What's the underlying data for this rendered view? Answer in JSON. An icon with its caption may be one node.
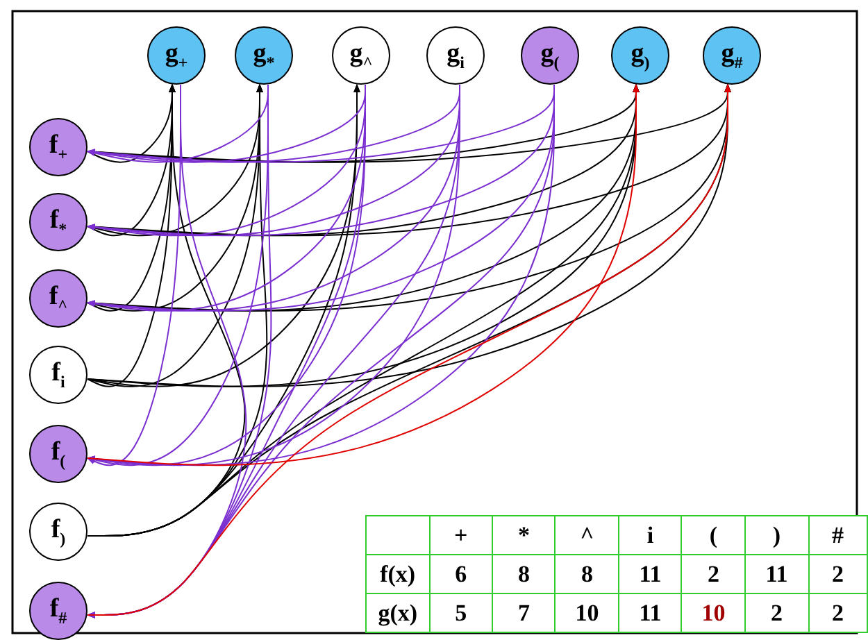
{
  "diagram": {
    "nodes": [
      {
        "text": [
          "g$_{+}$"
        ]
      },
      {
        "text": [
          "g$_{*}$"
        ]
      },
      {
        "text": [
          "g$_{^}$"
        ]
      },
      {
        "text": [
          "g$_{i}$"
        ]
      },
      {
        "text": [
          "g$_{(}$"
        ]
      },
      {
        "text": [
          "g$_{)}$"
        ]
      },
      {
        "text": [
          "g$_{#}$"
        ]
      },
      {
        "text": [
          "f$_{+}$"
        ]
      },
      {
        "text": [
          "f$_{*}$"
        ]
      },
      {
        "text": [
          "f$_{^}$"
        ]
      },
      {
        "text": [
          "f$_{i}$"
        ]
      },
      {
        "text": [
          "f$_{(}$"
        ]
      },
      {
        "text": [
          "f$_{)}$"
        ]
      },
      {
        "text": [
          "f$_{#}$"
        ]
      }
    ],
    "edges": [
      {
        "from": 7,
        "to": 0,
        "arrow": "to"
      },
      {
        "from": 7,
        "to": 5,
        "arrow": "to"
      },
      {
        "from": 7,
        "to": 6,
        "arrow": "to"
      },
      {
        "from": 8,
        "to": 0,
        "arrow": "to"
      },
      {
        "from": 8,
        "to": 1,
        "arrow": "to"
      },
      {
        "from": 8,
        "to": 5,
        "arrow": "to"
      },
      {
        "from": 8,
        "to": 6,
        "arrow": "to"
      },
      {
        "from": 9,
        "to": 0,
        "arrow": "to"
      },
      {
        "from": 9,
        "to": 1,
        "arrow": "to"
      },
      {
        "from": 9,
        "to": 5,
        "arrow": "to"
      },
      {
        "from": 9,
        "to": 6,
        "arrow": "to"
      },
      {
        "from": 10,
        "to": 0,
        "arrow": "to"
      },
      {
        "from": 10,
        "to": 1,
        "arrow": "to"
      },
      {
        "from": 10,
        "to": 2,
        "arrow": "to"
      },
      {
        "from": 10,
        "to": 5,
        "arrow": "to"
      },
      {
        "from": 10,
        "to": 6,
        "arrow": "to"
      },
      {
        "from": 12,
        "to": 0,
        "arrow": "to"
      },
      {
        "from": 12,
        "to": 1,
        "arrow": "to"
      },
      {
        "from": 12,
        "to": 2,
        "arrow": "to"
      },
      {
        "from": 12,
        "to": 5,
        "arrow": "to"
      },
      {
        "from": 12,
        "to": 6,
        "arrow": "to"
      },
      {
        "from": 1,
        "to": 7,
        "arrow": "to",
        "color": "#7b2fd0"
      },
      {
        "from": 2,
        "to": 7,
        "arrow": "to",
        "color": "#7b2fd0"
      },
      {
        "from": 3,
        "to": 7,
        "arrow": "to",
        "color": "#7b2fd0"
      },
      {
        "from": 4,
        "to": 7,
        "arrow": "to",
        "color": "#7b2fd0"
      },
      {
        "from": 2,
        "to": 8,
        "arrow": "to",
        "color": "#7b2fd0"
      },
      {
        "from": 3,
        "to": 8,
        "arrow": "to",
        "color": "#7b2fd0"
      },
      {
        "from": 4,
        "to": 8,
        "arrow": "to",
        "color": "#7b2fd0"
      },
      {
        "from": 2,
        "to": 9,
        "arrow": "to",
        "color": "#7b2fd0"
      },
      {
        "from": 3,
        "to": 9,
        "arrow": "to",
        "color": "#7b2fd0"
      },
      {
        "from": 4,
        "to": 9,
        "arrow": "to",
        "color": "#7b2fd0"
      },
      {
        "from": 0,
        "to": 11,
        "arrow": "to",
        "color": "#7b2fd0"
      },
      {
        "from": 1,
        "to": 11,
        "arrow": "to",
        "color": "#7b2fd0"
      },
      {
        "from": 2,
        "to": 11,
        "arrow": "to",
        "color": "#7b2fd0"
      },
      {
        "from": 3,
        "to": 11,
        "arrow": "to",
        "color": "#7b2fd0"
      },
      {
        "from": 4,
        "to": 11,
        "arrow": "to",
        "color": "#7b2fd0"
      },
      {
        "from": 0,
        "to": 13,
        "arrow": "to",
        "color": "#7b2fd0"
      },
      {
        "from": 1,
        "to": 13,
        "arrow": "to",
        "color": "#7b2fd0"
      },
      {
        "from": 2,
        "to": 13,
        "arrow": "to",
        "color": "#7b2fd0"
      },
      {
        "from": 3,
        "to": 13,
        "arrow": "to",
        "color": "#7b2fd0"
      },
      {
        "from": 4,
        "to": 13,
        "arrow": "to",
        "color": "#7b2fd0"
      },
      {
        "from": 11,
        "to": 5,
        "arrow": "to",
        "color": "#e00000"
      },
      {
        "from": 13,
        "to": 6,
        "arrow": "to",
        "color": "#e00000"
      }
    ],
    "labels": [
      "+",
      "*",
      "^",
      "i",
      "(",
      ")",
      "#",
      "f(x)",
      "6",
      "8",
      "8",
      "11",
      "2",
      "11",
      "2",
      "g(x)",
      "5",
      "7",
      "10",
      "11",
      "10",
      "2",
      "2"
    ]
  }
}
